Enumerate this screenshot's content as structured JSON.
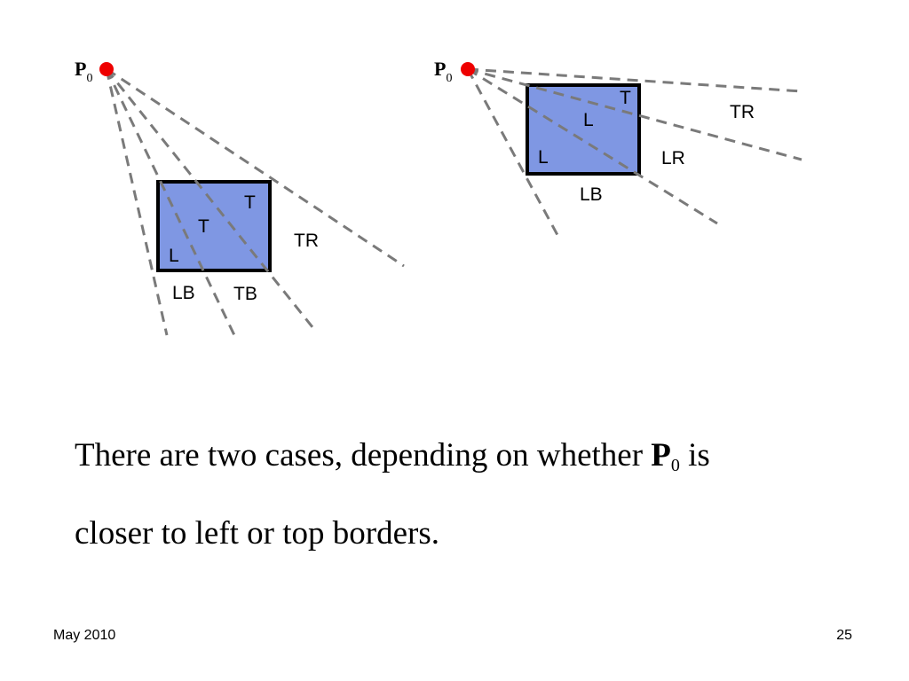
{
  "left_case": {
    "point": {
      "label": "P",
      "subscript": "0"
    },
    "region_labels": {
      "t_top": "T",
      "t_mid": "T",
      "l": "L",
      "lb": "LB",
      "tb": "TB",
      "tr": "TR"
    }
  },
  "right_case": {
    "point": {
      "label": "P",
      "subscript": "0"
    },
    "region_labels": {
      "t": "T",
      "l_top": "L",
      "l_bottom": "L",
      "tr": "TR",
      "lr": "LR",
      "lb": "LB"
    }
  },
  "caption": {
    "line1_start": "There  are  two cases, depending on whether ",
    "p_label": "P",
    "p_subscript": "0",
    "line1_end": "  is",
    "line2": "closer to left or top borders."
  },
  "footer": {
    "date": "May 2010",
    "page_number": "25"
  },
  "colors": {
    "point": "#ee0000",
    "rectangle_fill": "#7f97e3",
    "dashed_line": "#7a7a7a"
  }
}
